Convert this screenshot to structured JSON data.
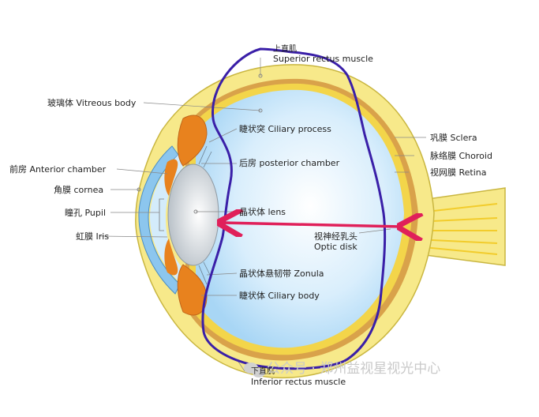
{
  "labels": {
    "superior_rectus_cn": "上直肌",
    "superior_rectus_en": "Superior rectus muscle",
    "vitreous": "玻璃体 Vitreous body",
    "ciliary_process": "睫状突  Ciliary process",
    "posterior_chamber": "后房 posterior chamber",
    "anterior_chamber": "前房 Anterior chamber",
    "cornea": "角膜 cornea",
    "pupil": "瞳孔 Pupil",
    "iris": "虹膜 Iris",
    "lens": "晶状体 lens",
    "optic_disk_cn": "视神经乳头",
    "optic_disk_en": "Optic disk",
    "zonula": "晶状体悬韧带 Zonula",
    "ciliary_body": "睫状体 Ciliary body",
    "sclera": "巩膜 Sclera",
    "choroid": "脉络膜 Choroid",
    "retina": "视网膜 Retina",
    "inferior_rectus_cn": "下直肌",
    "inferior_rectus_en": "Inferior rectus muscle"
  },
  "watermark": "公众号 · 郑州益视星视光中心",
  "colors": {
    "sclera": "#f7e98a",
    "sclera_edge": "#c9b640",
    "choroid": "#d9a24a",
    "vitreous": "#cfe9fb",
    "ciliary": "#e8821e",
    "cornea": "#8cc6ee",
    "lens": "#e2e6ea",
    "annotation_purple": "#3a1fa8",
    "annotation_red": "#e0205a"
  }
}
